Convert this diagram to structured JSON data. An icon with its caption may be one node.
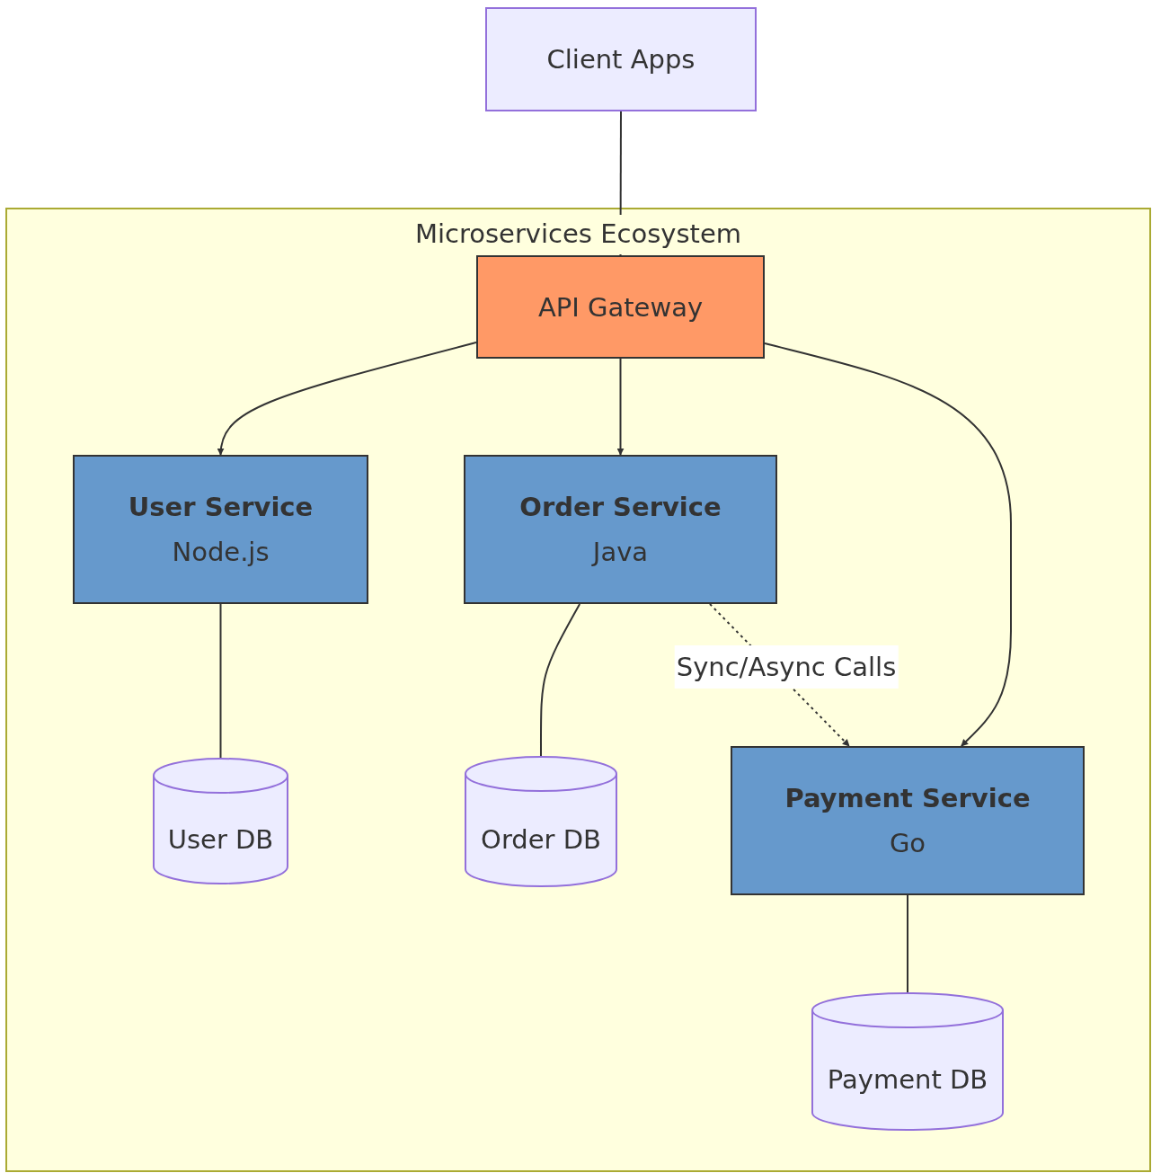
{
  "diagram": {
    "nodes": [
      {
        "text": [
          "Client Apps"
        ]
      },
      {
        "text": [
          "Microservices Ecosystem"
        ]
      },
      {
        "text": [
          "API Gateway"
        ],
        "in": 1
      },
      {
        "text": [
          "User Service",
          "Node.js"
        ],
        "in": 1
      },
      {
        "text": [
          "Order Service",
          "Java"
        ],
        "in": 1
      },
      {
        "text": [
          "Payment Service",
          "Go"
        ],
        "in": 1
      },
      {
        "text": [
          "User DB"
        ],
        "in": 1
      },
      {
        "text": [
          "Order DB"
        ],
        "in": 1
      },
      {
        "text": [
          "Payment DB"
        ],
        "in": 1
      }
    ],
    "edges": [
      {
        "from": 0,
        "to": 2,
        "arrow": "to"
      },
      {
        "from": 2,
        "to": 3,
        "arrow": "to"
      },
      {
        "from": 2,
        "to": 4,
        "arrow": "to"
      },
      {
        "from": 2,
        "to": 5,
        "arrow": "to"
      },
      {
        "from": 3,
        "to": 6,
        "arrow": "none"
      },
      {
        "from": 4,
        "to": 7,
        "arrow": "none"
      },
      {
        "from": 4,
        "to": 5,
        "arrow": "to",
        "style": "dashed",
        "label": "Sync/Async Calls"
      },
      {
        "from": 5,
        "to": 8,
        "arrow": "none"
      }
    ]
  }
}
